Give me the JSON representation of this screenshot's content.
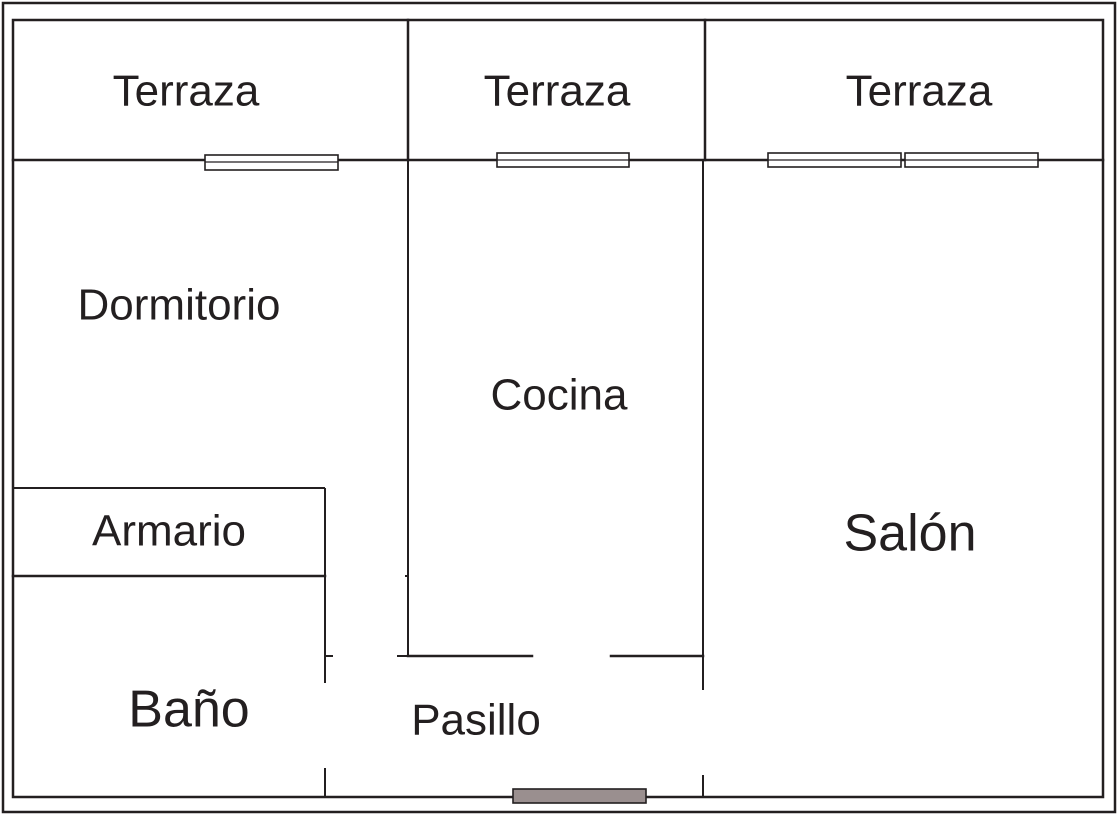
{
  "rooms": {
    "terraza_1": "Terraza",
    "terraza_2": "Terraza",
    "terraza_3": "Terraza",
    "dormitorio": "Dormitorio",
    "cocina": "Cocina",
    "armario": "Armario",
    "salon": "Salón",
    "bano": "Baño",
    "pasillo": "Pasillo"
  },
  "colors": {
    "walls": "#231f20",
    "entry_door": "#9a8f8f",
    "background": "#ffffff"
  }
}
